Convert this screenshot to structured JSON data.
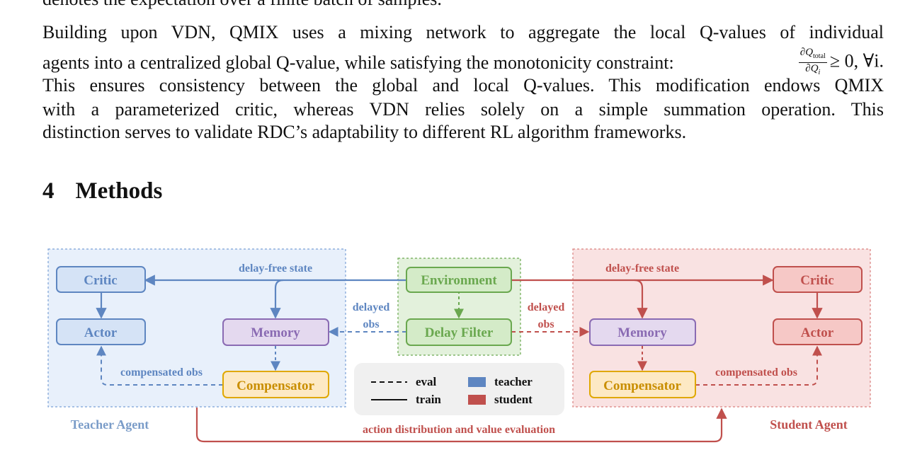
{
  "paper": {
    "line0": "denotes the expectation over a finite batch of samples.",
    "para": {
      "l1": "Building upon VDN, QMIX uses a mixing network to aggregate the local Q-values of individual",
      "l2_pre": "agents into a centralized global Q-value, while satisfying the monotonicity constraint:",
      "l2_frac_num": "∂Qtotal",
      "l2_frac_den": "∂Qi",
      "l2_post": "≥ 0, ∀i.",
      "l3": "This ensures consistency between the global and local Q-values. This modification endows QMIX",
      "l4": "with a parameterized critic, whereas VDN relies solely on a simple summation operation.  This",
      "l5": "distinction serves to validate RDC’s adaptability to different RL algorithm frameworks."
    },
    "section": {
      "number": "4",
      "title": "Methods"
    }
  },
  "figure": {
    "teacher": {
      "critic": "Critic",
      "actor": "Actor",
      "memory": "Memory",
      "compensator": "Compensator",
      "delay_free": "delay-free state",
      "delayed_1": "delayed",
      "delayed_2": "obs",
      "compensated": "compensated obs",
      "agent": "Teacher Agent"
    },
    "env": {
      "environment": "Environment",
      "delay_filter": "Delay Filter"
    },
    "student": {
      "critic": "Critic",
      "actor": "Actor",
      "memory": "Memory",
      "compensator": "Compensator",
      "delay_free": "delay-free state",
      "delayed_1": "delayed",
      "delayed_2": "obs",
      "compensated": "compensated obs",
      "agent": "Student Agent"
    },
    "bottom_label": "action distribution and value evaluation",
    "legend": {
      "eval": "eval",
      "train": "train",
      "teacher": "teacher",
      "student": "student"
    },
    "colors": {
      "teacher": "#5e86c1",
      "student": "#c0504d",
      "env": "#6aa84f",
      "memory": "#8a6bb3",
      "compensator": "#e0a800"
    }
  }
}
